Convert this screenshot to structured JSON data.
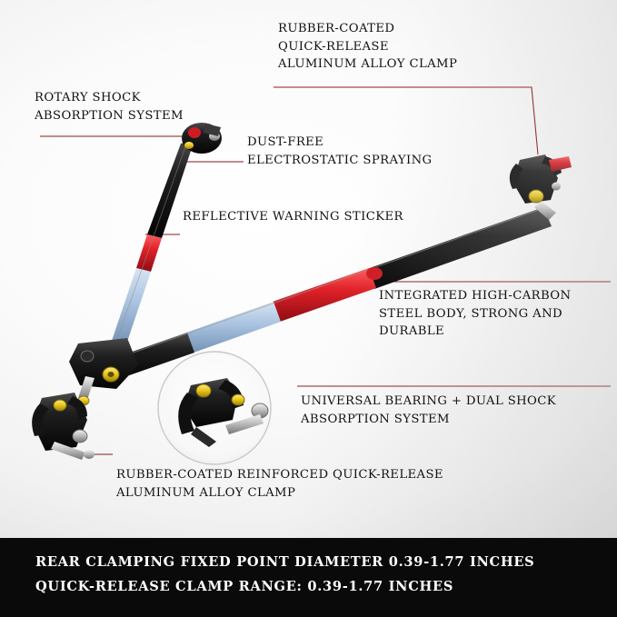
{
  "product_diagram": {
    "type": "annotated-product-photo",
    "subject": "bicycle rear rack / trailer tow bar with quick-release clamps",
    "callouts": [
      {
        "id": "rubber-clamp",
        "text": "RUBBER-COATED\nQUICK-RELEASE\nALUMINUM ALLOY CLAMP",
        "leader_color": "#8a1c1c"
      },
      {
        "id": "rotary-shock",
        "text": "ROTARY SHOCK\nABSORPTION SYSTEM",
        "leader_color": "#8a1c1c"
      },
      {
        "id": "dust-free",
        "text": "DUST-FREE\nELECTROSTATIC SPRAYING",
        "leader_color": "#8a1c1c"
      },
      {
        "id": "reflective",
        "text": "REFLECTIVE WARNING STICKER",
        "leader_color": "#8a1c1c"
      },
      {
        "id": "integrated-body",
        "text": "INTEGRATED HIGH-CARBON\nSTEEL BODY, STRONG AND\nDURABLE",
        "leader_color": "#8a1c1c"
      },
      {
        "id": "universal-bearing",
        "text": "UNIVERSAL BEARING + DUAL SHOCK\nABSORPTION SYSTEM",
        "leader_color": "#8a1c1c"
      },
      {
        "id": "rubber-clamp-reinforced",
        "text": "RUBBER-COATED REINFORCED QUICK-RELEASE\nALUMINUM ALLOY CLAMP",
        "leader_color": "#8a1c1c"
      }
    ]
  },
  "caption": {
    "line1": "REAR CLAMPING FIXED POINT DIAMETER 0.39-1.77 INCHES",
    "line2": "QUICK-RELEASE CLAMP RANGE: 0.39-1.77 INCHES",
    "background": "#0a0a0a",
    "text_color": "#ffffff"
  },
  "colors": {
    "leader_line": "#8a1c1c",
    "bar_black": "#1a1a1a",
    "bar_red": "#e02128",
    "bar_blue": "#a9c3e0",
    "accent_yellow": "#e7c41a",
    "background_light": "#fbfbfb",
    "background_dark": "#d2d2d2"
  }
}
